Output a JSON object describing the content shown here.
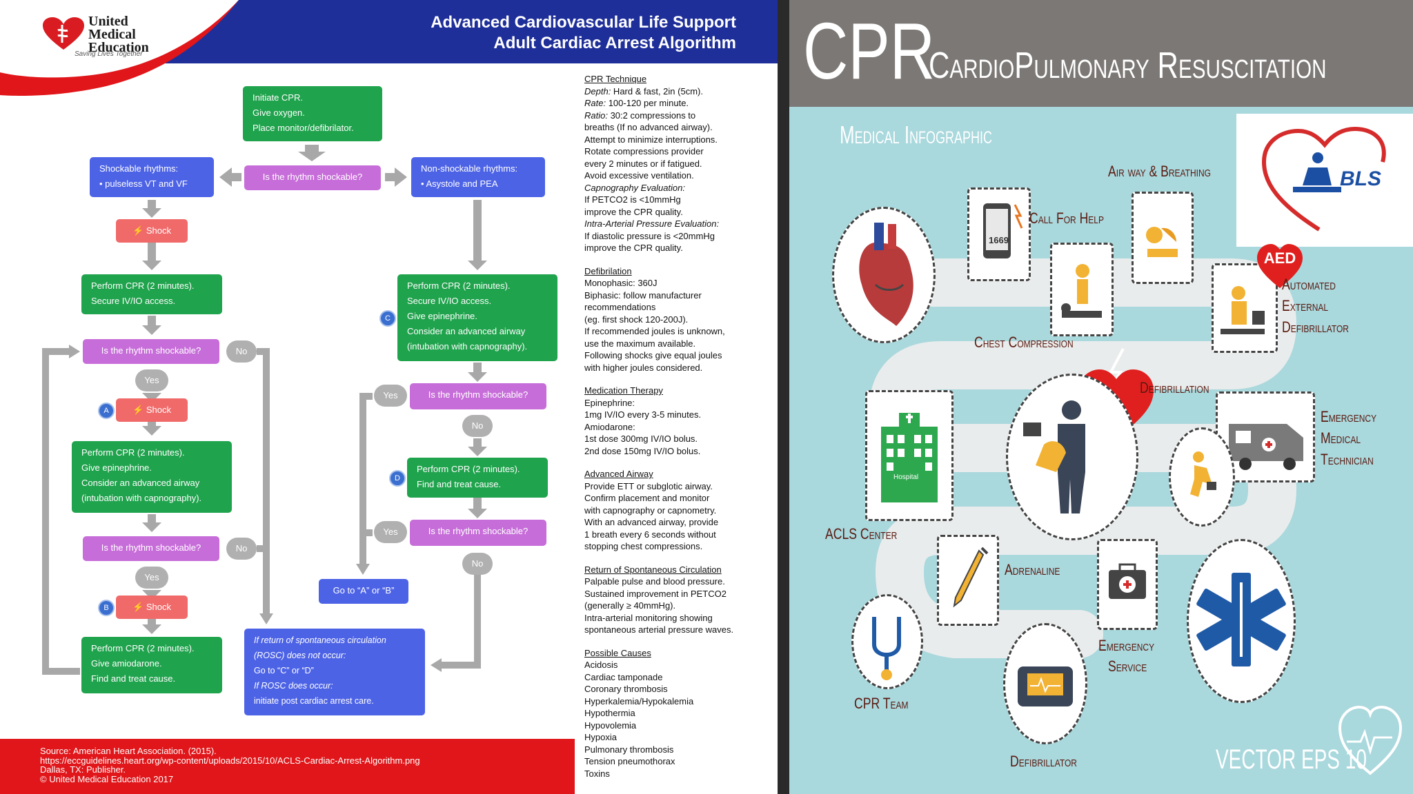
{
  "left": {
    "logo": {
      "line1": "United",
      "line2": "Medical",
      "line3": "Education",
      "tagline": "Saving Lives Together"
    },
    "title": {
      "line1": "Advanced Cardiovascular Life Support",
      "line2": "Adult Cardiac Arrest Algorithm"
    },
    "flow": {
      "start": [
        "Initiate CPR.",
        "Give oxygen.",
        "Place monitor/defibrilator."
      ],
      "q_main": "Is the rhythm shockable?",
      "shockable": [
        "Shockable rhythms:",
        "• pulseless VT and VF"
      ],
      "nonshockable": [
        "Non-shockable rhythms:",
        "• Asystole and PEA"
      ],
      "shock": "Shock",
      "cpr1": [
        "Perform CPR (2 minutes).",
        "Secure IV/IO access."
      ],
      "q_left1": "Is the rhythm shockable?",
      "no": "No",
      "yes": "Yes",
      "badge_a": "A",
      "badge_b": "B",
      "badge_c": "C",
      "badge_d": "D",
      "cpr2": [
        "Perform CPR (2 minutes).",
        "Give epinephrine.",
        "Consider an advanced airway",
        "(intubation with capnography)."
      ],
      "q_left2": "Is the rhythm shockable?",
      "cpr3": [
        "Perform CPR (2 minutes).",
        "Give amiodarone.",
        "Find and treat cause."
      ],
      "cpr_c": [
        "Perform CPR (2 minutes).",
        "Secure IV/IO access.",
        "Give epinephrine.",
        "Consider an advanced airway",
        "(intubation with capnography)."
      ],
      "q_right1": "Is the rhythm shockable?",
      "cpr_d": [
        "Perform CPR (2 minutes).",
        "Find and treat cause."
      ],
      "q_right2": "Is the rhythm shockable?",
      "goto": "Go to “A” or “B”",
      "rosc": [
        "If return of spontaneous circulation",
        "(ROSC) does not occur:",
        "Go to “C” or “D”",
        "If ROSC does occur:",
        "initiate post cardiac arrest care."
      ]
    },
    "info": [
      {
        "title": "CPR Technique",
        "lines": [
          {
            "i": "Depth:",
            "t": " Hard & fast, 2in (5cm)."
          },
          {
            "i": "Rate:",
            "t": " 100-120 per minute."
          },
          {
            "i": "Ratio:",
            "t": " 30:2 compressions to"
          },
          {
            "i": "",
            "t": "breaths (If no advanced airway)."
          },
          {
            "i": "",
            "t": "Attempt to minimize interruptions."
          },
          {
            "i": "",
            "t": "Rotate compressions provider"
          },
          {
            "i": "",
            "t": "every 2 minutes or if fatigued."
          },
          {
            "i": "",
            "t": "Avoid excessive ventilation."
          },
          {
            "i": "Capnography Evaluation:",
            "t": ""
          },
          {
            "i": "",
            "t": "If PETCO2 is <10mmHg"
          },
          {
            "i": "",
            "t": "improve the CPR quality."
          },
          {
            "i": "Intra-Arterial Pressure Evaluation:",
            "t": ""
          },
          {
            "i": "",
            "t": "If diastolic pressure is <20mmHg"
          },
          {
            "i": "",
            "t": "improve the CPR quality."
          }
        ]
      },
      {
        "title": "Defibrilation",
        "lines": [
          {
            "i": "",
            "t": "Monophasic: 360J"
          },
          {
            "i": "",
            "t": "Biphasic: follow manufacturer"
          },
          {
            "i": "",
            "t": "recommendations"
          },
          {
            "i": "",
            "t": "(eg. first shock 120-200J)."
          },
          {
            "i": "",
            "t": "If recommended joules is unknown,"
          },
          {
            "i": "",
            "t": "use the maximum available."
          },
          {
            "i": "",
            "t": "Following shocks give equal joules"
          },
          {
            "i": "",
            "t": "with higher joules considered."
          }
        ]
      },
      {
        "title": "Medication Therapy",
        "lines": [
          {
            "i": "",
            "t": "Epinephrine:"
          },
          {
            "i": "",
            "t": "1mg IV/IO every 3-5 minutes."
          },
          {
            "i": "",
            "t": "Amiodarone:"
          },
          {
            "i": "",
            "t": "1st dose 300mg IV/IO bolus."
          },
          {
            "i": "",
            "t": "2nd dose 150mg IV/IO bolus."
          }
        ]
      },
      {
        "title": "Advanced Airway",
        "lines": [
          {
            "i": "",
            "t": "Provide ETT or subglotic airway."
          },
          {
            "i": "",
            "t": "Confirm placement and monitor"
          },
          {
            "i": "",
            "t": "with capnography or capnometry."
          },
          {
            "i": "",
            "t": "With an advanced airway, provide"
          },
          {
            "i": "",
            "t": "1 breath every 6 seconds without"
          },
          {
            "i": "",
            "t": "stopping chest compressions."
          }
        ]
      },
      {
        "title": "Return of Spontaneous Circulation",
        "lines": [
          {
            "i": "",
            "t": "Palpable pulse and blood pressure."
          },
          {
            "i": "",
            "t": "Sustained improvement in PETCO2"
          },
          {
            "i": "",
            "t": "(generally ≥ 40mmHg)."
          },
          {
            "i": "",
            "t": "Intra-arterial monitoring showing"
          },
          {
            "i": "",
            "t": "spontaneous arterial pressure waves."
          }
        ]
      },
      {
        "title": "Possible Causes",
        "lines": [
          {
            "i": "",
            "t": "Acidosis"
          },
          {
            "i": "",
            "t": "Cardiac tamponade"
          },
          {
            "i": "",
            "t": "Coronary thrombosis"
          },
          {
            "i": "",
            "t": "Hyperkalemia/Hypokalemia"
          },
          {
            "i": "",
            "t": "Hypothermia"
          },
          {
            "i": "",
            "t": "Hypovolemia"
          },
          {
            "i": "",
            "t": "Hypoxia"
          },
          {
            "i": "",
            "t": "Pulmonary thrombosis"
          },
          {
            "i": "",
            "t": "Tension pneumothorax"
          },
          {
            "i": "",
            "t": "Toxins"
          }
        ]
      }
    ],
    "footer": [
      "Source: American Heart Association. (2015).",
      "https://eccguidelines.heart.org/wp-content/uploads/2015/10/ACLS-Cardiac-Arrest-Algorithm.png",
      "Dallas, TX: Publisher.",
      "© United Medical Education 2017"
    ],
    "colors": {
      "header": "#1f2f99",
      "footer": "#e0161a",
      "green": "#20a34d",
      "purple": "#c76dd9",
      "blue": "#4d63e6",
      "shock": "#f06a6a"
    }
  },
  "right": {
    "cpr": "CPR",
    "subtitle": "CardioPulmonary Resuscitation",
    "infographic": "Medical Infographic",
    "bls": "BLS",
    "aed": "AED",
    "labels": {
      "airway": "Air way & Breathing",
      "call": "Call For Help",
      "chest": "Chest Compression",
      "aed1": "Automated",
      "aed2": "External",
      "aed3": "Defibrillator",
      "defib": "Defibrillation",
      "emt1": "Emergency",
      "emt2": "Medical",
      "emt3": "Technician",
      "acls": "ACLS Center",
      "adrenaline": "Adrenaline",
      "es1": "Emergency",
      "es2": "Service",
      "cprteam": "CPR Team",
      "defibrillator": "Defibrillator"
    },
    "phone_text": "1669",
    "hospital_text": "Hospital",
    "vector": "VECTOR EPS 10"
  }
}
